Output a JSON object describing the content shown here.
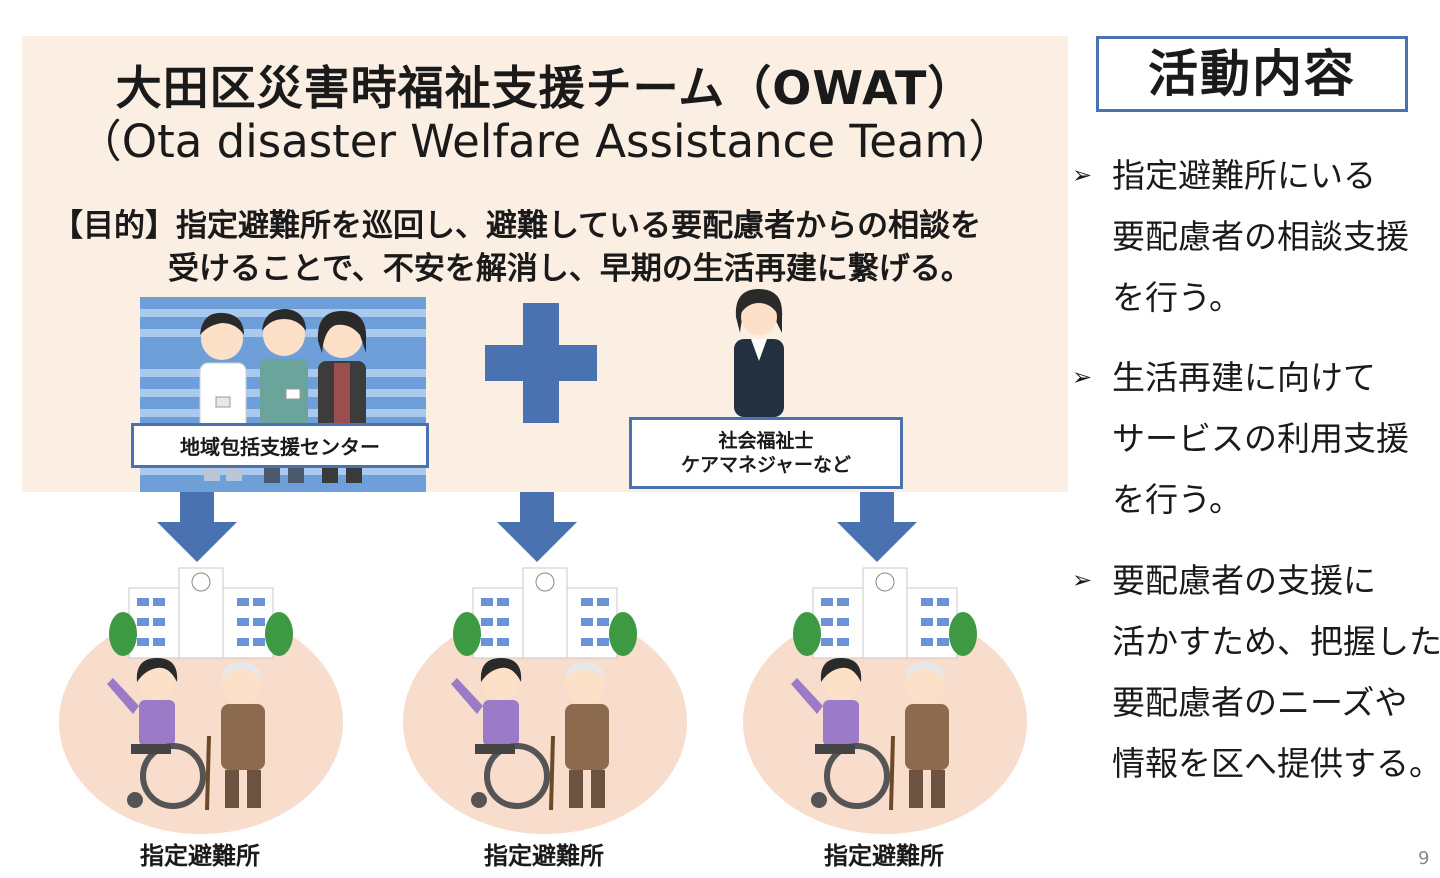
{
  "header": {
    "title_jp": "大田区災害時福祉支援チーム（OWAT）",
    "title_en": "（Ota disaster Welfare Assistance Team）",
    "purpose_line1": "【目的】指定避難所を巡回し、避難している要配慮者からの相談を",
    "purpose_line2": "受けることで、不安を解消し、早期の生活再建に繋げる。"
  },
  "labels": {
    "center": "地域包括支援センター",
    "worker_line1": "社会福祉士",
    "worker_line2": "ケアマネジャーなど"
  },
  "shelters": [
    {
      "label": "指定避難所"
    },
    {
      "label": "指定避難所"
    },
    {
      "label": "指定避難所"
    }
  ],
  "activities": {
    "title": "活動内容",
    "items": [
      {
        "lines": [
          "指定避難所にいる",
          "要配慮者の相談支援",
          "を行う。"
        ]
      },
      {
        "lines": [
          "生活再建に向けて",
          "サービスの利用支援",
          "を行う。"
        ]
      },
      {
        "lines": [
          "要配慮者の支援に",
          "活かすため、把握した",
          "要配慮者のニーズや",
          "情報を区へ提供する。"
        ]
      }
    ]
  },
  "page_number": "9",
  "colors": {
    "panel_bg": "#fbeee3",
    "accent_blue": "#4a72b0",
    "circle_bg": "#f8dccc"
  }
}
